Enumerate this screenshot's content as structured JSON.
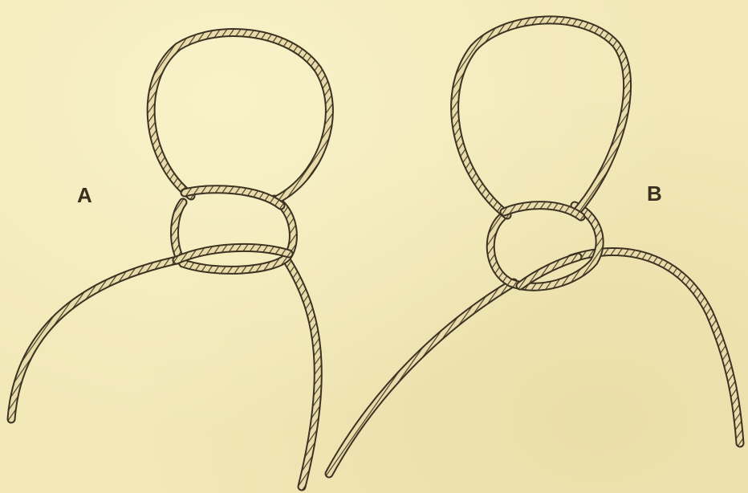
{
  "figures": [
    {
      "id": "A",
      "label": "A"
    },
    {
      "id": "B",
      "label": "B"
    }
  ],
  "colors": {
    "paper": "#f2e8b8",
    "rope_outline": "#3b3222",
    "rope_fill": "#e9dcaa",
    "rope_twist": "#4a3f2a",
    "label_ink": "#3a3020"
  }
}
